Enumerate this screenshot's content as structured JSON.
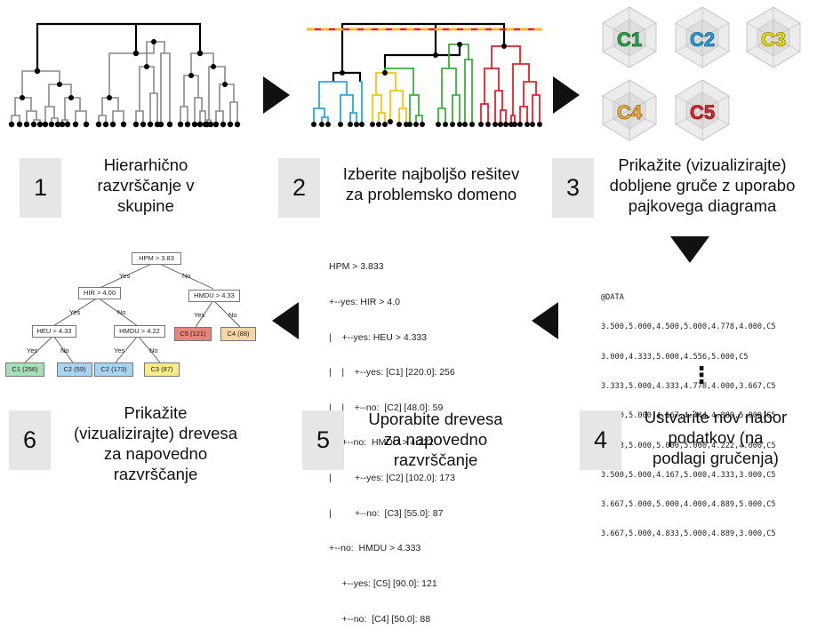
{
  "steps": [
    {
      "number": "1",
      "lines": [
        "Hierarhično",
        "razvrščanje v",
        "skupine"
      ]
    },
    {
      "number": "2",
      "lines": [
        "Izberite najboljšo rešitev",
        "za problemsko domeno"
      ]
    },
    {
      "number": "3",
      "lines": [
        "Prikažite (vizualizirajte)",
        "dobljene gruče z uporabo",
        "pajkovega diagrama"
      ]
    },
    {
      "number": "4",
      "lines": [
        "Ustvarite nov nabor",
        "podatkov (na",
        "podlagi gručenja)"
      ]
    },
    {
      "number": "5",
      "lines": [
        "Uporabite drevesa",
        "za napovedno",
        "razvrščanje"
      ]
    },
    {
      "number": "6",
      "lines": [
        "Prikažite",
        "(vizualizirajte) drevesa",
        "za napovedno",
        "razvrščanje"
      ]
    }
  ],
  "radar_labels": [
    "C1",
    "C2",
    "C3",
    "C4",
    "C5"
  ],
  "radar_colors": {
    "C1": "#27a84a",
    "C2": "#2a9fd8",
    "C3": "#f2e500",
    "C4": "#f2b33a",
    "C5": "#e4242c"
  },
  "dendrogram_colors": {
    "base": "#000000",
    "branch": "#8a8a8a",
    "c_blue": "#29a8e0",
    "c_yellow": "#f2c40f",
    "c_green": "#3cae3c",
    "c_red": "#e4202a",
    "cut": "#f08a00"
  },
  "text_tree": [
    "HPM > 3.833",
    "+--yes: HIR > 4.0",
    "|    +--yes: HEU > 4.333",
    "|    |    +--yes: [C1] [220.0]: 256",
    "|    |    +--no:  [C2] [48.0]: 59",
    "|    +--no:  HMDU > 4.222",
    "|         +--yes: [C2] [102.0]: 173",
    "|         +--no:  [C3] [55.0]: 87",
    "+--no:  HMDU > 4.333",
    "     +--yes: [C5] [90.0]: 121",
    "     +--no:  [C4] [50.0]: 88"
  ],
  "data_lines": [
    "@DATA",
    "3.500,5.000,4.500,5.000,4.778,4.000,C5",
    "3.000,4.333,5.000,4.556,5.000,C5",
    "3.333,5.000,4.333,4.778,4.000,3.667,C5",
    "3.500,5.000,4.167,4.444,4.889,5.000,C5",
    "3.833,5.000,5.000,5.000,4.222,4.000,C5",
    "3.500,5.000,4.167,5.000,4.333,3.000,C5",
    "3.667,5.000,5.000,4.000,4.889,5.000,C5",
    "3.667,5.000,4.833,5.000,4.889,3.000,C5"
  ],
  "ellipsis": "⋮",
  "tree_diagram": {
    "root": "HPM > 3.83",
    "n1": "HIR > 4.00",
    "n2": "HMDU > 4.33",
    "n3": "HEU > 4.33",
    "n4": "HMDU > 4.22",
    "leaf_c1": "C1 (256)",
    "leaf_c2a": "C2 (59)",
    "leaf_c2b": "C2 (173)",
    "leaf_c3": "C3 (87)",
    "leaf_c5": "C5 (121)",
    "leaf_c4": "C4 (88)",
    "yes": "Yes",
    "no": "No"
  }
}
